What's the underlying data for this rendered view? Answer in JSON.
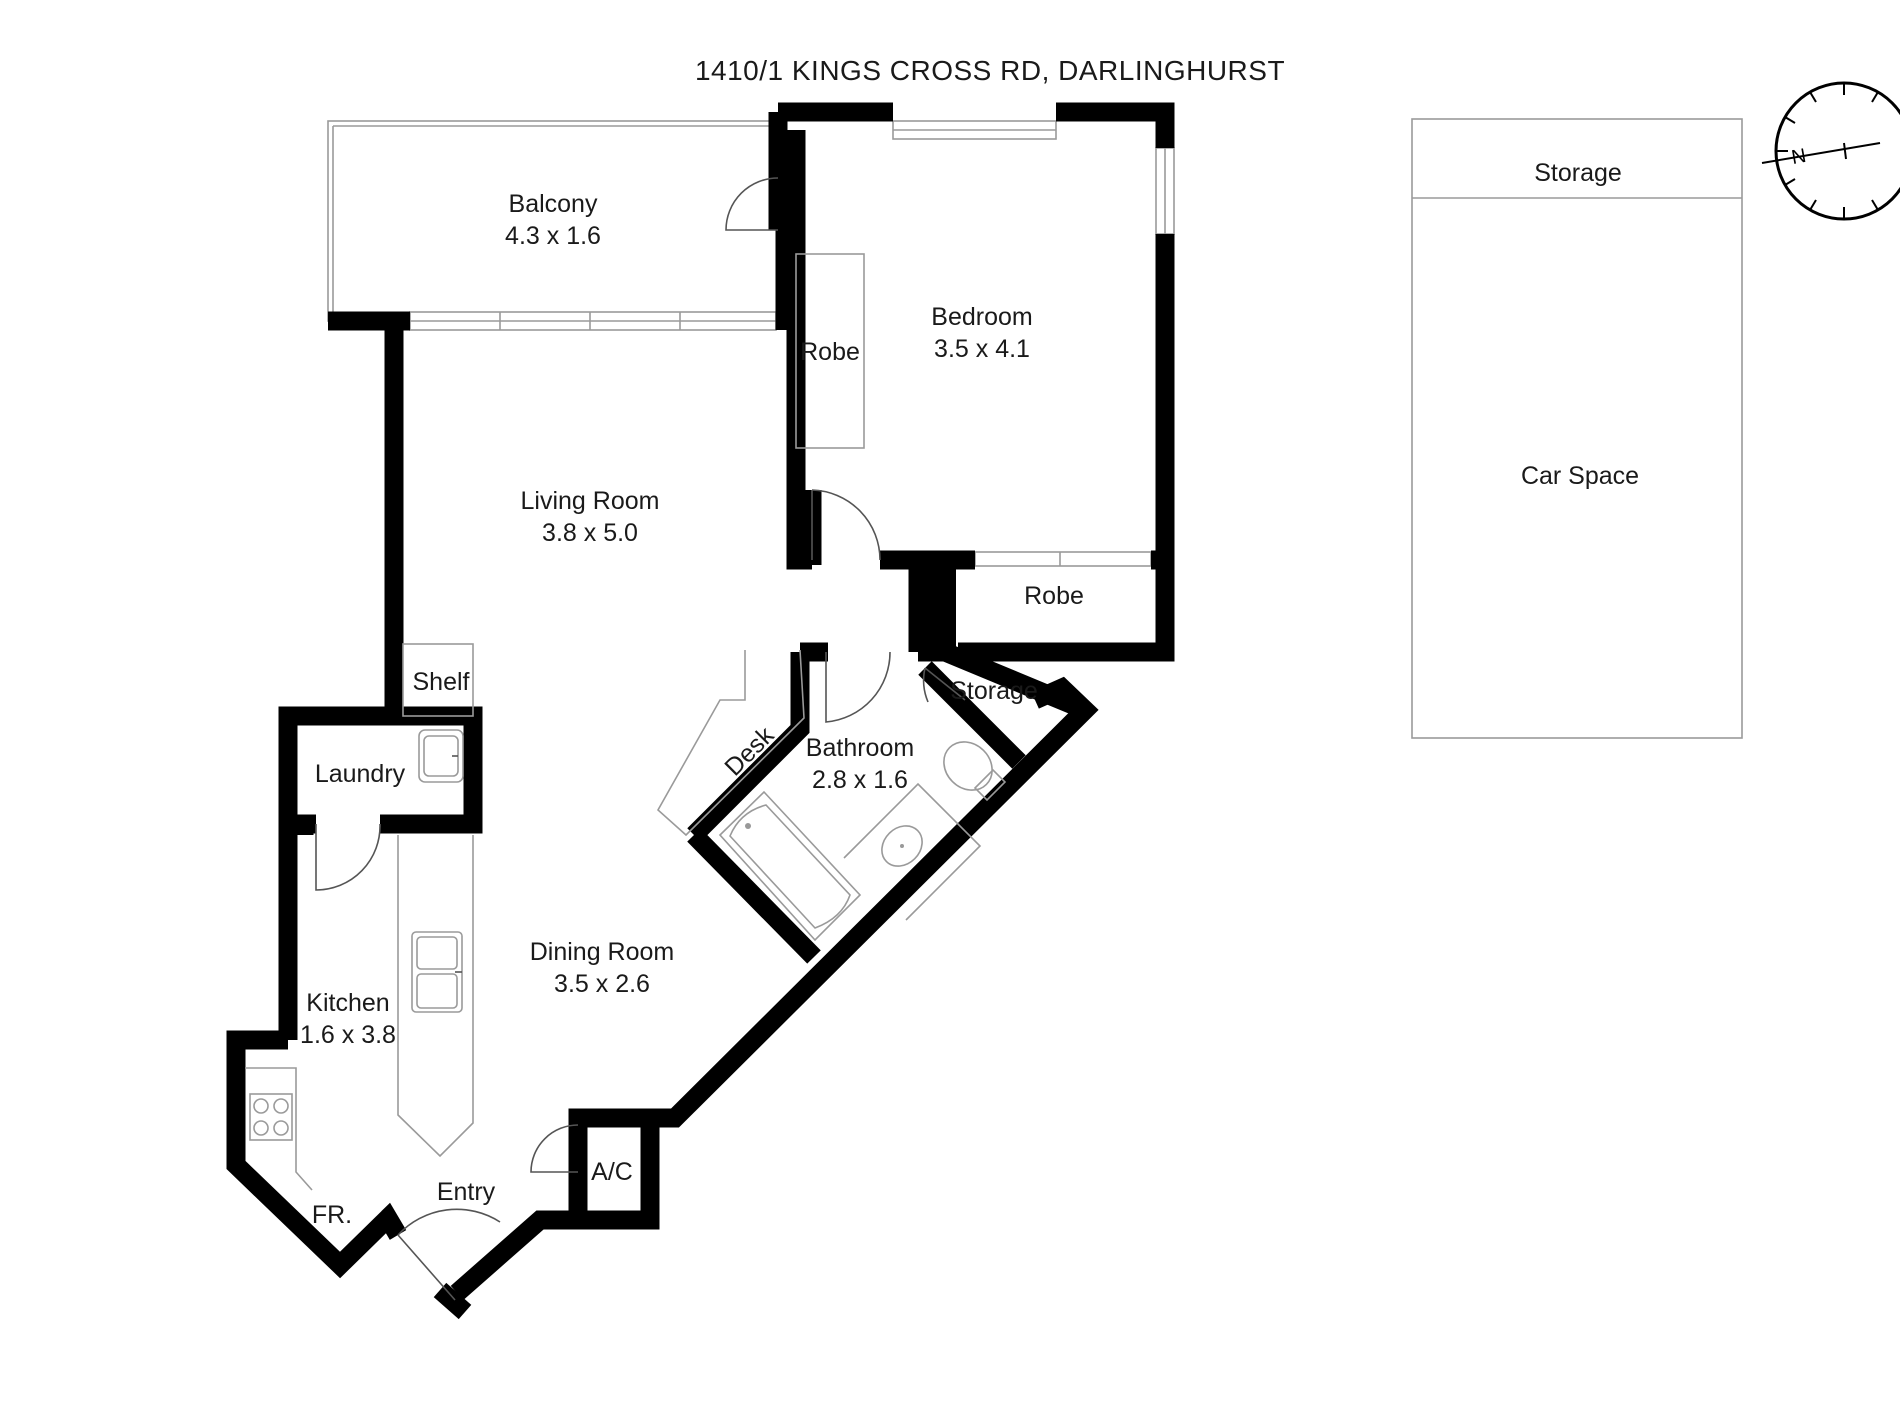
{
  "title": "1410/1 KINGS CROSS RD, DARLINGHURST",
  "rooms": {
    "balcony": {
      "name": "Balcony",
      "size": "4.3 x 1.6"
    },
    "bedroom": {
      "name": "Bedroom",
      "size": "3.5 x 4.1"
    },
    "robe_bedroom": {
      "name": "Robe"
    },
    "robe_lower": {
      "name": "Robe"
    },
    "living": {
      "name": "Living Room",
      "size": "3.8 x 5.0"
    },
    "shelf": {
      "name": "Shelf"
    },
    "laundry": {
      "name": "Laundry"
    },
    "storage_hall": {
      "name": "Storage"
    },
    "desk": {
      "name": "Desk"
    },
    "bathroom": {
      "name": "Bathroom",
      "size": "2.8 x 1.6"
    },
    "dining": {
      "name": "Dining Room",
      "size": "3.5 x 2.6"
    },
    "kitchen": {
      "name": "Kitchen",
      "size": "1.6 x 3.8"
    },
    "entry": {
      "name": "Entry"
    },
    "ac": {
      "name": "A/C"
    },
    "fridge": {
      "name": "FR."
    }
  },
  "parking": {
    "storage": {
      "name": "Storage"
    },
    "car_space": {
      "name": "Car Space"
    }
  },
  "compass": {
    "letter": "N",
    "icon": "compass-icon"
  }
}
